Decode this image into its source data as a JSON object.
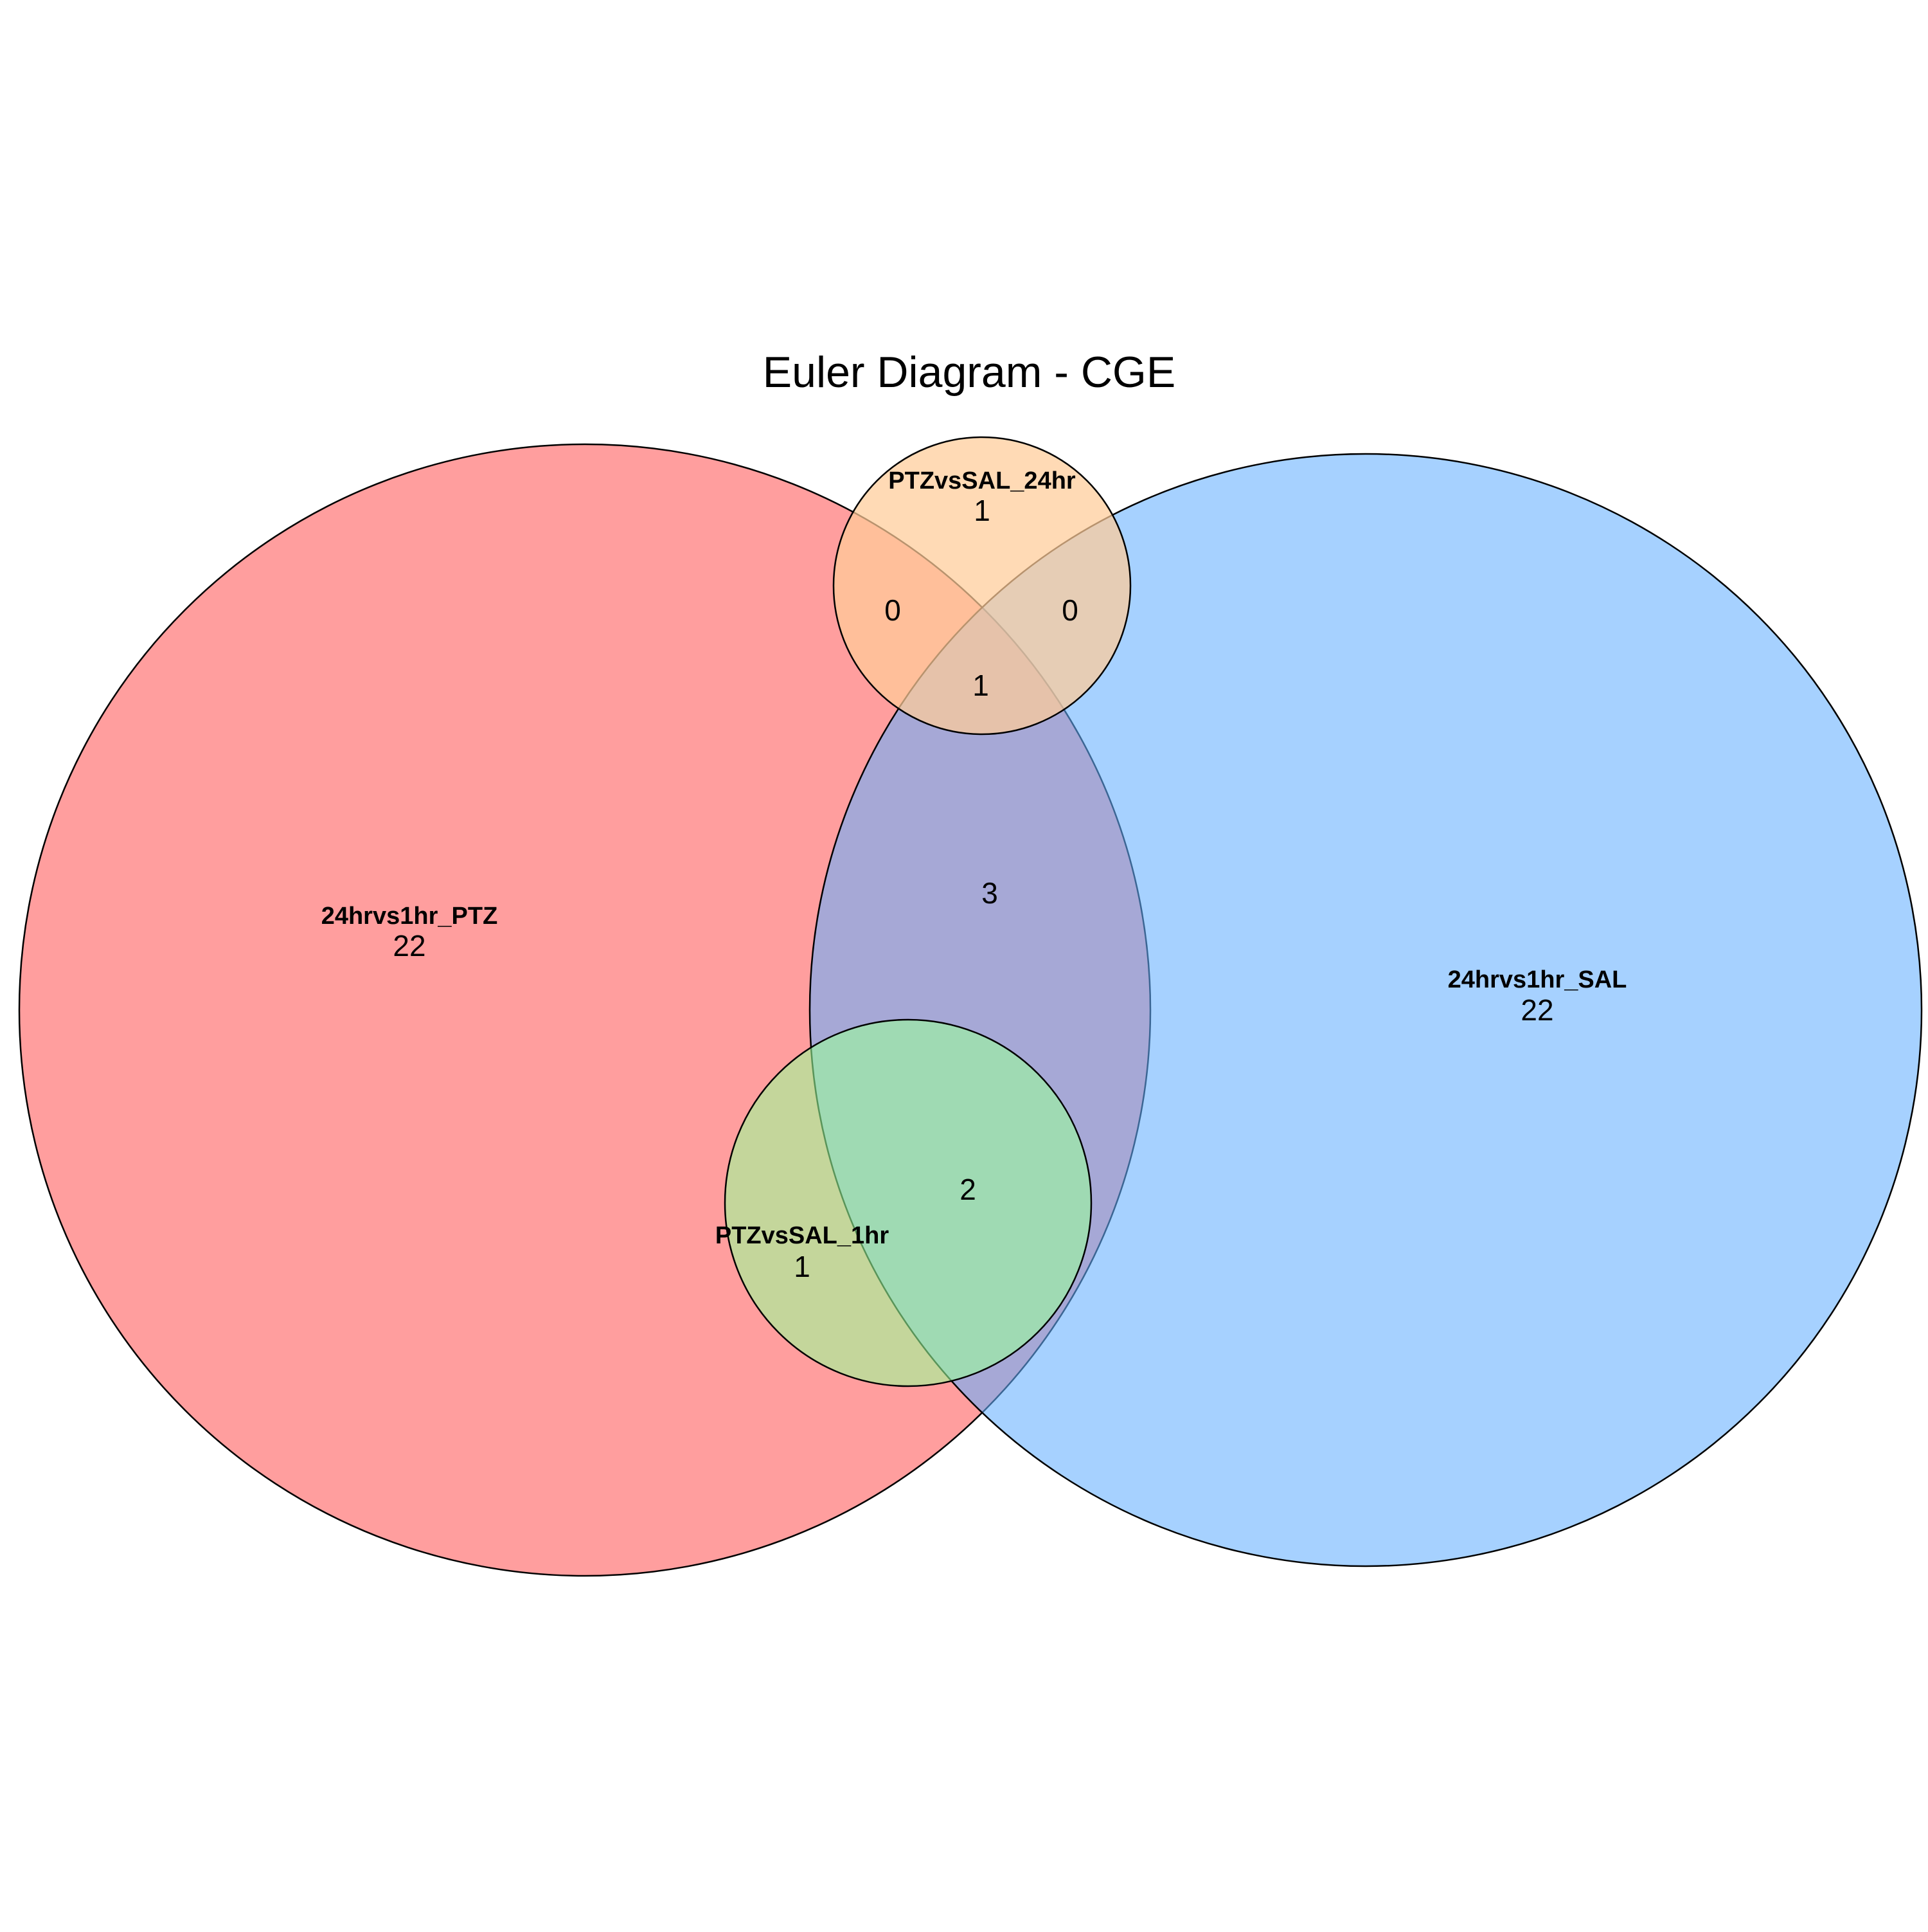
{
  "title": "Euler Diagram - CGE",
  "sets": [
    {
      "id": "ptz",
      "label": "24hrvs1hr_PTZ",
      "count": "22",
      "color": "#ff9999"
    },
    {
      "id": "sal",
      "label": "24hrvs1hr_SAL",
      "count": "22",
      "color": "#66b0ff"
    },
    {
      "id": "p24",
      "label": "PTZvsSAL_24hr",
      "count": "1",
      "color": "#ffcc99"
    },
    {
      "id": "p1",
      "label": "PTZvsSAL_1hr",
      "count": "1",
      "color": "#99ff99"
    }
  ],
  "intersections": [
    {
      "id": "ptz_p24",
      "value": "0"
    },
    {
      "id": "sal_p24",
      "value": "0"
    },
    {
      "id": "ptz_sal_p24",
      "value": "1"
    },
    {
      "id": "ptz_sal",
      "value": "3"
    },
    {
      "id": "ptz_sal_p1",
      "value": "2"
    }
  ]
}
